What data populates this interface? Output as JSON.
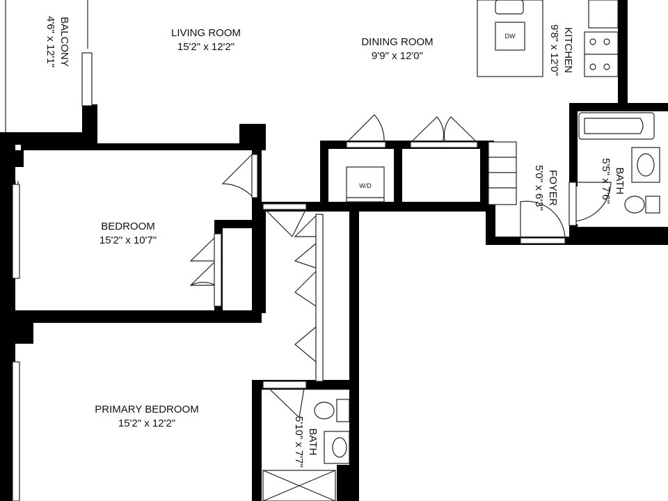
{
  "rooms": {
    "living_room": {
      "name": "LIVING ROOM",
      "size": "15'2\" x 12'2\""
    },
    "dining_room": {
      "name": "DINING ROOM",
      "size": "9'9\" x 12'0\""
    },
    "balcony": {
      "name": "BALCONY",
      "size": "4'6\" x 12'1\""
    },
    "kitchen": {
      "name": "KITCHEN",
      "size": "9'8\" x 12'0\""
    },
    "bedroom": {
      "name": "BEDROOM",
      "size": "15'2\" x 10'7\""
    },
    "foyer": {
      "name": "FOYER",
      "size": "5'0\" x 6'3\""
    },
    "bath_upper": {
      "name": "BATH",
      "size": "5'5\" x 7'6\""
    },
    "primary_bedroom": {
      "name": "PRIMARY BEDROOM",
      "size": "15'2\" x 12'2\""
    },
    "bath_lower": {
      "name": "BATH",
      "size": "5'10\" x 7'7\""
    }
  },
  "fixtures": {
    "dishwasher": "DW",
    "washer_dryer": "W/D"
  },
  "colors": {
    "wall": "#000000",
    "background": "#ffffff",
    "line": "#222222"
  }
}
